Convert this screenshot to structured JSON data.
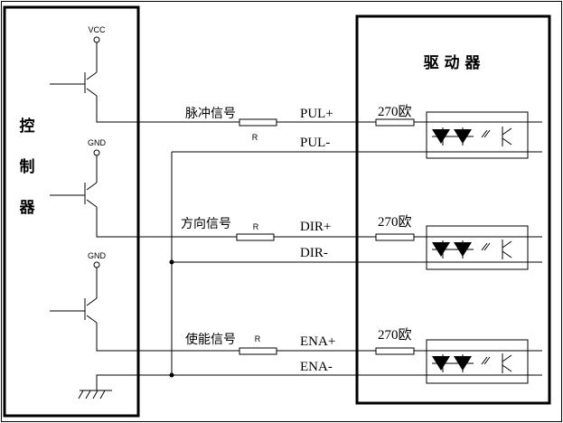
{
  "controller": {
    "label_chars": [
      "控",
      "制",
      "器"
    ],
    "rails": [
      "VCC",
      "GND",
      "GND"
    ]
  },
  "driver": {
    "title": "驱 动 器"
  },
  "channels": [
    {
      "signal_name": "脉冲信号",
      "resistor_label": "R",
      "plus_label": "PUL+",
      "minus_label": "PUL-",
      "input_resistor_label": "270欧"
    },
    {
      "signal_name": "方向信号",
      "resistor_label": "R",
      "plus_label": "DIR+",
      "minus_label": "DIR-",
      "input_resistor_label": "270欧"
    },
    {
      "signal_name": "使能信号",
      "resistor_label": "R",
      "plus_label": "ENA+",
      "minus_label": "ENA-",
      "input_resistor_label": "270欧"
    }
  ]
}
